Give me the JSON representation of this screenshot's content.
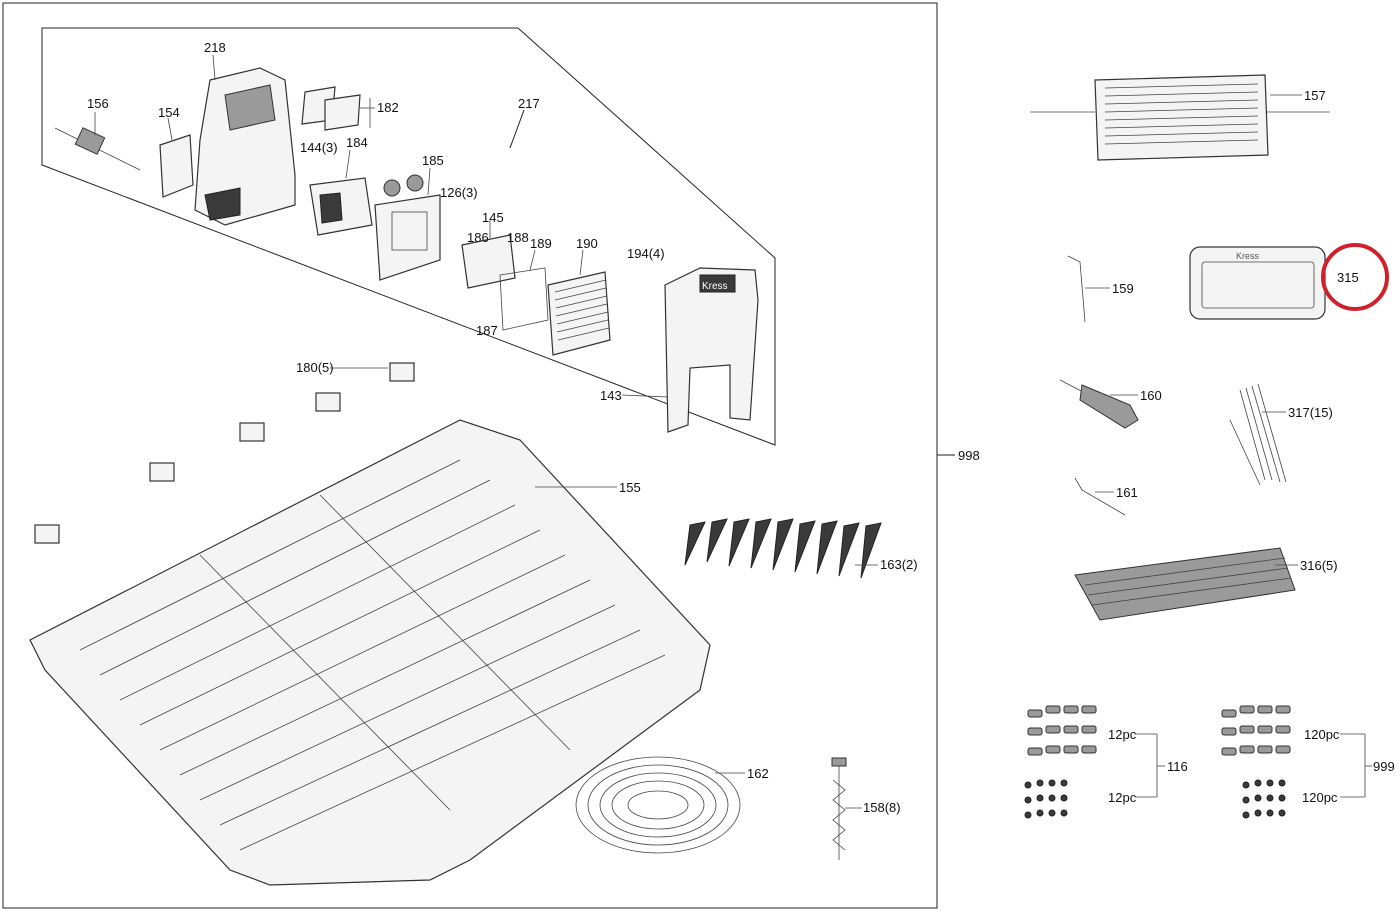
{
  "callouts": {
    "c218": "218",
    "c156": "156",
    "c154": "154",
    "c182": "182",
    "c217": "217",
    "c144": "144(3)",
    "c184": "184",
    "c185": "185",
    "c126": "126(3)",
    "c145": "145",
    "c186": "186",
    "c188": "188",
    "c189": "189",
    "c190": "190",
    "c194": "194(4)",
    "c187": "187",
    "c180": "180(5)",
    "c143": "143",
    "c155": "155",
    "c163": "163(2)",
    "c162": "162",
    "c158": "158(8)",
    "c998": "998",
    "c157": "157",
    "c159": "159",
    "c315": "315",
    "c160": "160",
    "c317": "317(15)",
    "c161": "161",
    "c316": "316(5)",
    "c116": "116",
    "c999": "999",
    "pc12a": "12pc",
    "pc12b": "12pc",
    "pc120a": "120pc",
    "pc120b": "120pc"
  },
  "brand_label": "Kress",
  "highlight_color": "#d0202a"
}
